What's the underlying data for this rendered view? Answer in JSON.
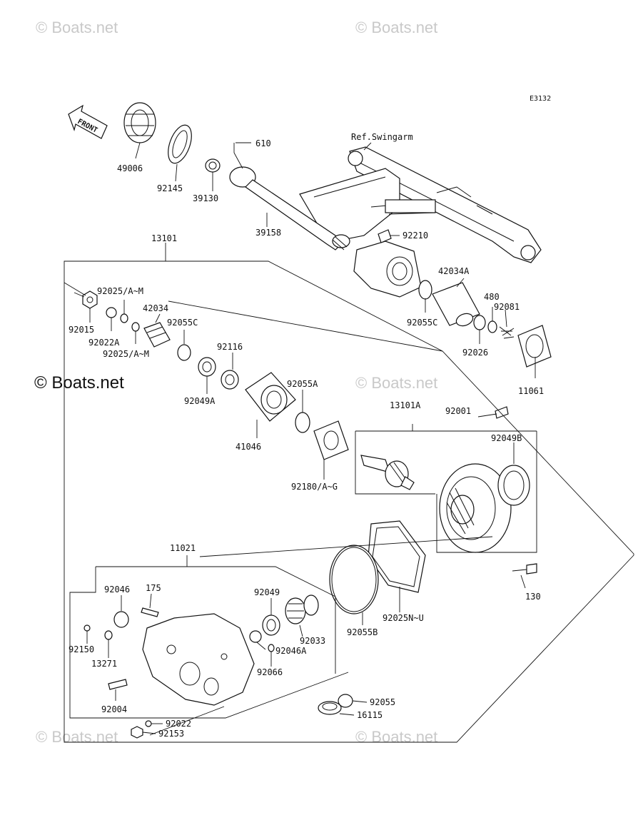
{
  "diagram_code": "E3132",
  "watermark": {
    "text": "© Boats.net",
    "main_text": "© Boats.net"
  },
  "front_label": "FRONT",
  "ref_label": "Ref.Swingarm",
  "parts": {
    "p49006": "49006",
    "p92145": "92145",
    "p39130": "39130",
    "p610": "610",
    "p39158": "39158",
    "p92210": "92210",
    "p13101": "13101",
    "p92025am_top": "92025/A~M",
    "p92015": "92015",
    "p92022a": "92022A",
    "p92025am_bot": "92025/A~M",
    "p42034": "42034",
    "p92055c_left": "92055C",
    "p92116": "92116",
    "p92049a": "92049A",
    "p42034a": "42034A",
    "p92055c_right": "92055C",
    "p480": "480",
    "p92081": "92081",
    "p92026": "92026",
    "p11061": "11061",
    "p92055a": "92055A",
    "p41046": "41046",
    "p13101a": "13101A",
    "p92001": "92001",
    "p92049b": "92049B",
    "p92180": "92180/A~G",
    "p11021": "11021",
    "p130": "130",
    "p92046": "92046",
    "p175": "175",
    "p92049": "92049",
    "p92150": "92150",
    "p13271": "13271",
    "p92033": "92033",
    "p92046a": "92046A",
    "p92055b": "92055B",
    "p92025nu": "92025N~U",
    "p92066": "92066",
    "p92004": "92004",
    "p92055": "92055",
    "p16115": "16115",
    "p92022": "92022",
    "p92153": "92153"
  }
}
